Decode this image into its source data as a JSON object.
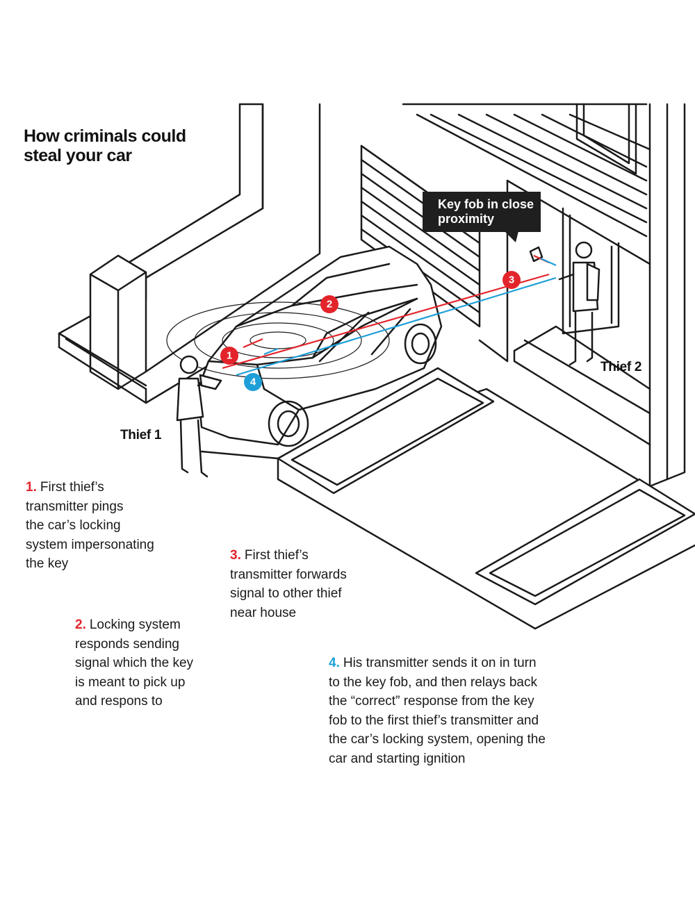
{
  "title": "How criminals could\nsteal your car",
  "callout": "Key fob in close\nproximity",
  "thief_labels": {
    "thief1": "Thief 1",
    "thief2": "Thief 2"
  },
  "badges": {
    "one": "1",
    "two": "2",
    "three": "3",
    "four": "4"
  },
  "steps": [
    {
      "number": "1.",
      "text": "First thief’s\ntransmitter pings\nthe car’s locking\nsystem impersonating\nthe key"
    },
    {
      "number": "2.",
      "text": "Locking system\nresponds sending\nsignal which the key\nis meant to pick up\nand respons to"
    },
    {
      "number": "3.",
      "text": "First thief’s\ntransmitter forwards\nsignal to other thief\nnear house"
    },
    {
      "number": "4.",
      "text": "His transmitter sends it on in turn\nto the key fob, and then relays back\nthe “correct” response from the key\nfob to the first thief’s transmitter and\nthe car’s locking system, opening the\ncar and starting ignition"
    }
  ],
  "colors": {
    "red": "#e3242b",
    "blue": "#1e9fd8",
    "ink": "#1a1a1a"
  },
  "icons": [
    "key-fob-icon",
    "transmitter-icon"
  ]
}
